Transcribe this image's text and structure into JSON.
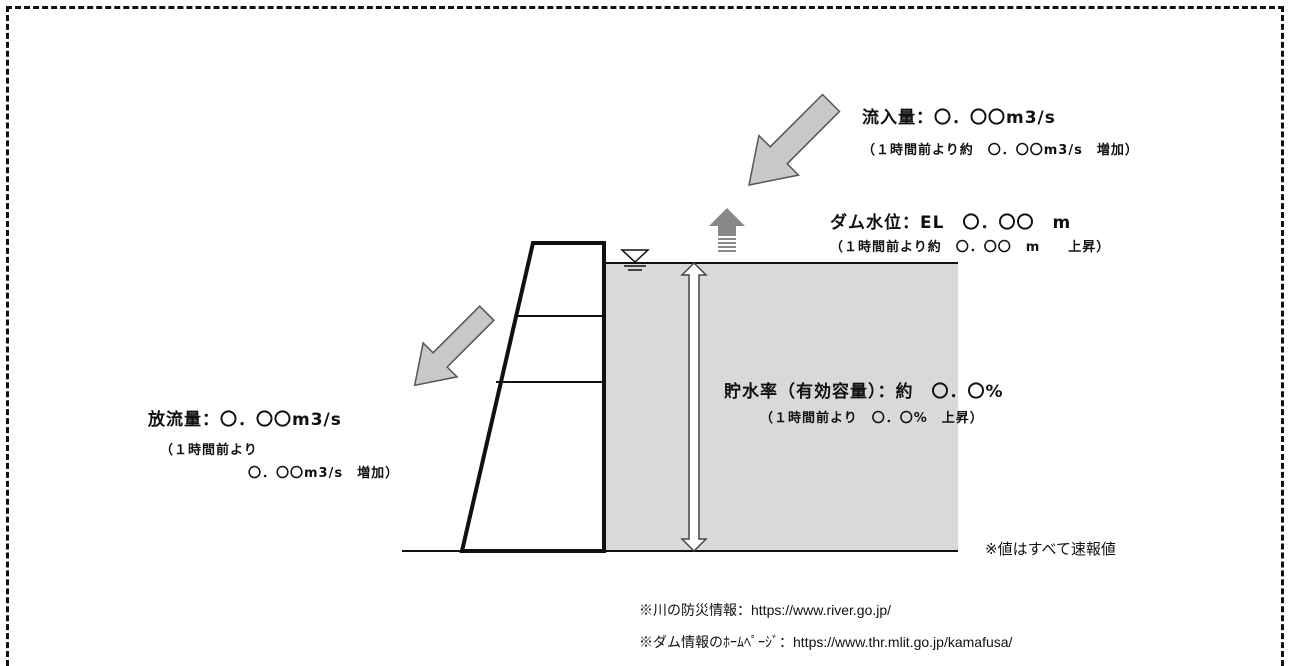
{
  "inflow": {
    "label": "流入量：〇．〇〇m3/s",
    "change": "（１時間前より約　〇．〇〇m3/s　増加）"
  },
  "dam_level": {
    "label": "ダム水位：EL　〇．〇〇　m",
    "change": "（１時間前より約　〇．〇〇　m　　上昇）"
  },
  "storage": {
    "label": "貯水率（有効容量）：約　〇．〇%",
    "change": "（１時間前より　〇．〇%　上昇）"
  },
  "outflow": {
    "label": "放流量：〇．〇〇m3/s",
    "change_line1": "（１時間前より",
    "change_line2": "〇．〇〇m3/s　増加）"
  },
  "preliminary_note": "※値はすべて速報値",
  "links": {
    "river_info": "※川の防災情報：https://www.river.go.jp/",
    "dam_info": "※ダム情報のﾎｰﾑﾍﾟｰｼﾞ：https://www.thr.mlit.go.jp/kamafusa/"
  },
  "colors": {
    "water": "#d9d9d9",
    "arrow_fill": "#c8c8c8",
    "arrow_stroke": "#555555",
    "level_arrow": "#888888"
  }
}
